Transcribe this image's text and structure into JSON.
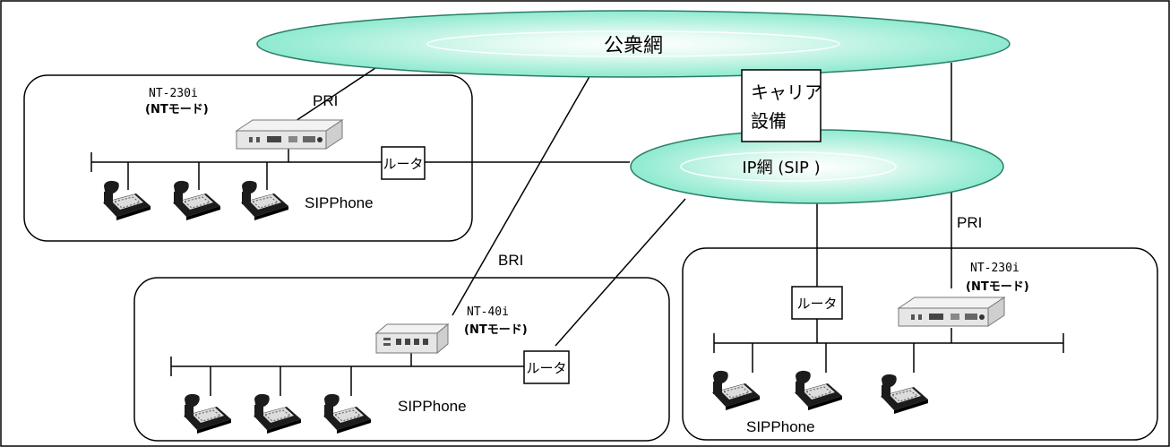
{
  "colors": {
    "cloud_fill": "#a8f0dc",
    "cloud_center": "#ffffff",
    "line": "#000000"
  },
  "clouds": {
    "public": {
      "label": "公衆網"
    },
    "ip": {
      "label": "IP網 (SIP )"
    }
  },
  "carrier": {
    "line1": "キャリア",
    "line2": "設備"
  },
  "links": {
    "pri_top_left": "PRI",
    "pri_right": "PRI",
    "bri": "BRI"
  },
  "sites": {
    "top_left": {
      "device_model": "NT-230i",
      "device_mode": "(NTモード)",
      "router": "ルータ",
      "phones_label": "SIPPhone",
      "icons": [
        "gateway-icon",
        "router-icon",
        "ip-phone-icon"
      ]
    },
    "bottom_center": {
      "device_model": "NT-40i",
      "device_mode": "(NTモード)",
      "router": "ルータ",
      "phones_label": "SIPPhone",
      "icons": [
        "gateway-icon",
        "router-icon",
        "ip-phone-icon"
      ]
    },
    "right": {
      "device_model": "NT-230i",
      "device_mode": "(NTモード)",
      "router": "ルータ",
      "phones_label": "SIPPhone",
      "icons": [
        "gateway-icon",
        "router-icon",
        "ip-phone-icon"
      ]
    }
  }
}
